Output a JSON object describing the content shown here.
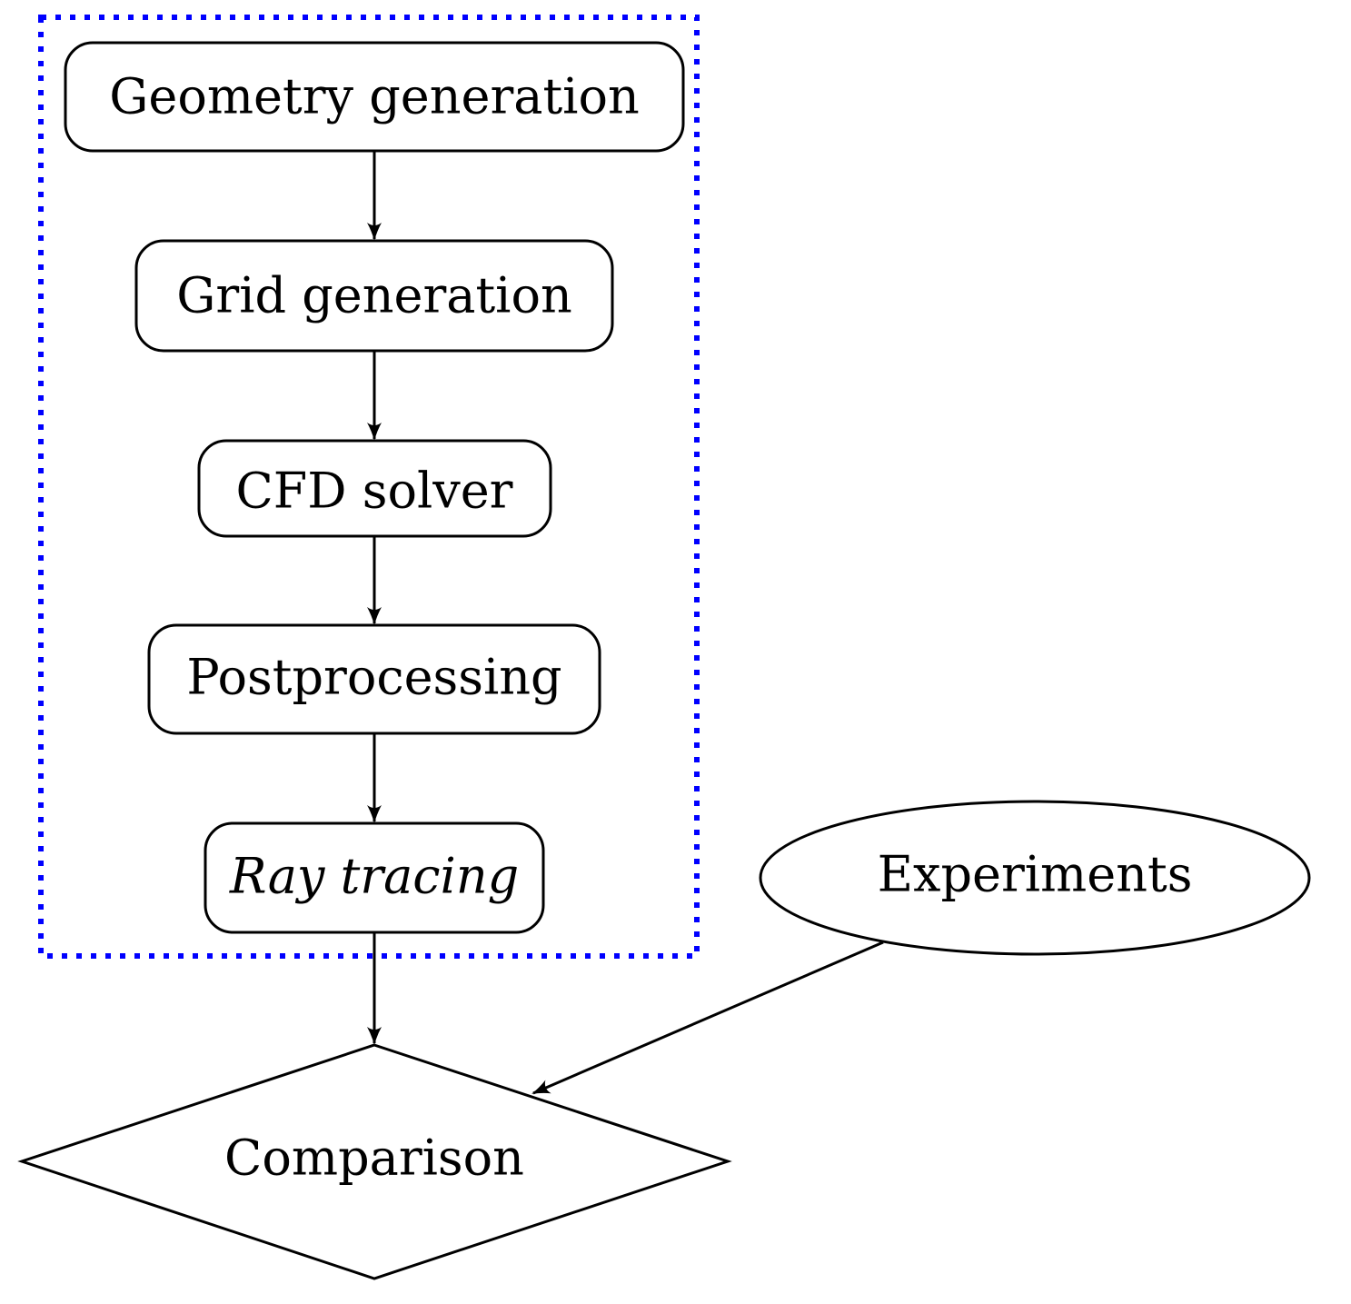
{
  "diagram": {
    "colors": {
      "stroke": "#000000",
      "group_border": "#0000ff",
      "background": "#ffffff"
    },
    "pipeline_steps": [
      {
        "label": "Geometry generation",
        "italic": false
      },
      {
        "label": "Grid generation",
        "italic": false
      },
      {
        "label": "CFD solver",
        "italic": false
      },
      {
        "label": "Postprocessing",
        "italic": false
      },
      {
        "label": "Ray tracing",
        "italic": true
      }
    ],
    "experiments": {
      "label": "Experiments",
      "shape": "ellipse"
    },
    "comparison": {
      "label": "Comparison",
      "shape": "diamond"
    },
    "edges": [
      {
        "from": "Geometry generation",
        "to": "Grid generation"
      },
      {
        "from": "Grid generation",
        "to": "CFD solver"
      },
      {
        "from": "CFD solver",
        "to": "Postprocessing"
      },
      {
        "from": "Postprocessing",
        "to": "Ray tracing"
      },
      {
        "from": "Ray tracing",
        "to": "Comparison"
      },
      {
        "from": "Experiments",
        "to": "Comparison"
      }
    ]
  }
}
